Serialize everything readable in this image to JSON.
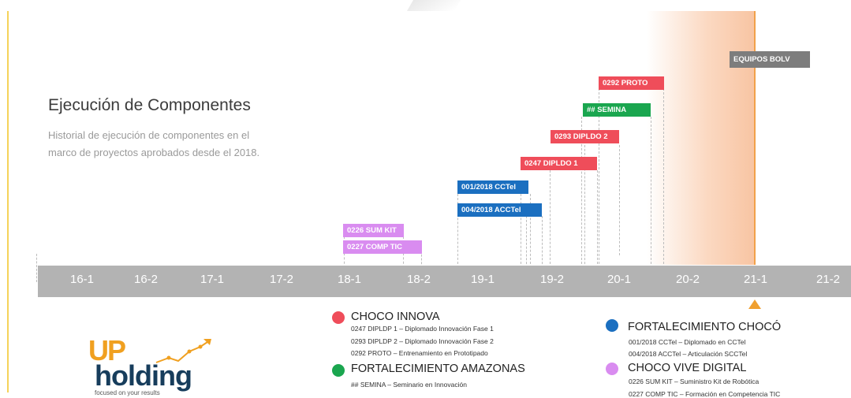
{
  "header": {
    "title": "Ejecución de Componentes",
    "subtitle": "Historial de ejecución de componentes en el marco de proyectos aprobados desde el 2018."
  },
  "timeline": {
    "periods": [
      "16-1",
      "16-2",
      "17-1",
      "17-2",
      "18-1",
      "18-2",
      "19-1",
      "19-2",
      "20-1",
      "20-2",
      "21-1",
      "21-2"
    ],
    "current_period": "21-1"
  },
  "tags": {
    "equipos_bolv": "EQUIPOS BOLV",
    "proto_0292": "0292 PROTO",
    "semina": "## SEMINA",
    "diplodo_0293": "0293 DIPLDO 2",
    "diplodo_0247": "0247 DIPLDO 1",
    "cctei_001": "001/2018 CCTel",
    "accte_004": "004/2018 ACCTel",
    "sumkit_0226": "0226 SUM KIT",
    "comptic_0227": "0227 COMP TIC"
  },
  "legend": {
    "choco_innova": {
      "title": "CHOCO INNOVA",
      "color": "#ef4d5a",
      "items": [
        "0247 DIPLDP 1 – Diplomado Innovación Fase 1",
        "0293 DIPLDP 2 – Diplomado Innovación Fase 2",
        "0292 PROTO – Entrenamiento en Prototipado"
      ]
    },
    "fortalecimiento_amazonas": {
      "title": "FORTALECIMIENTO AMAZONAS",
      "color": "#1aa64f",
      "items": [
        "## SEMINA – Seminario en Innovación"
      ]
    },
    "fortalecimiento_choco": {
      "title": "FORTALECIMIENTO CHOCÓ",
      "color": "#1b6fc0",
      "items": [
        "001/2018 CCTel – Diplomado en CCTel",
        "004/2018 ACCTel – Articulación SCCTel"
      ]
    },
    "choco_vive_digital": {
      "title": "CHOCO VIVE DIGITAL",
      "color": "#d98cf0",
      "items": [
        "0226 SUM KIT – Suministro Kit de Robótica",
        "0227 COMP TIC – Formación en Competencia TIC"
      ]
    }
  },
  "logo": {
    "line1": "UP",
    "line2": "holding",
    "tagline": "focused on your results"
  },
  "colors": {
    "red": "#ef4d5a",
    "green": "#1aa64f",
    "blue": "#1b6fc0",
    "violet": "#d98cf0",
    "gray": "#7d7d7d",
    "today": "#f2a14a"
  }
}
